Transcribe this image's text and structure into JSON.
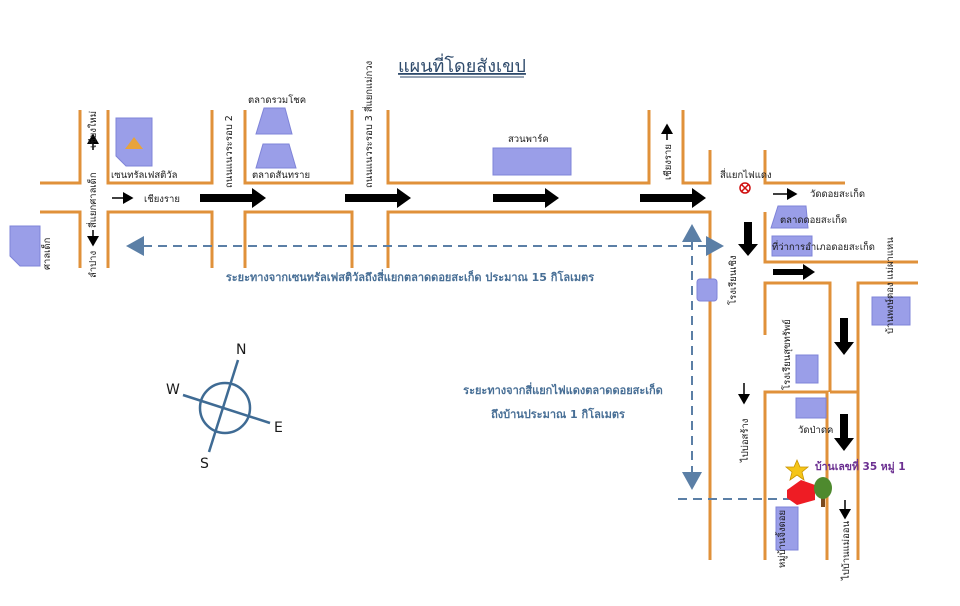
{
  "title": "แผนที่โดยสังเขป",
  "colors": {
    "road": "#e0913a",
    "building": "#9a9ee8",
    "building_edge": "#7f84d8",
    "arrow": "#000000",
    "dashed": "#5b7fa6",
    "distance_text": "#486f96",
    "label": "#1a1a1a",
    "house": "#ee1c24",
    "star": "#f5c518",
    "tree": "#4e8a2e",
    "destination": "#6b2f91"
  },
  "labels": {
    "chiang_mai": "เชียงใหม่",
    "intersection_san_kaeo": "สี่แยกศาลเด็ก",
    "lampang": "ลำปาง",
    "sanlek": "ศาลเด็ก",
    "central_festival": "เซนทรัลเฟสติวัล",
    "chiang_rai_road": "เชียงราย",
    "ring_road_2": "ถนนแนวระรอบ 2",
    "talat_ruam_chok": "ตลาดรวมโชค",
    "talat_san_sai": "ตลาดสันทราย",
    "ring_road_3_junction": "ถนนแนวระรอบ 3 สี่แยกแม่กวง",
    "suan_park": "สวนพาร์ค",
    "chiang_rai_north": "เชียงราย",
    "traffic_light_junction": "สี่แยกไฟแดง",
    "wat_kho_sakeat": "วัดดอยสะเก็ด",
    "talat_doi_saket": "ตลาดดอยสะเก็ด",
    "amphoe_office": "ที่ว่าการอำเภอดอยสะเก็ด",
    "rong_chueng": "โรงเรียนเชิง",
    "school_side": "โรงเรียนสุขทรัพย์",
    "to_bo_sang": "ไปบ่อสร้าง",
    "wat_pa_ko": "วัดป่าดค",
    "right_building": "บ้านพงษ์ตอง แม่ผาแหน",
    "village": "หมู่บ้านจิ้งดอย",
    "to_mae_on": "ไปบ้านแม่ออน",
    "destination": "บ้านเลขที่ 35 หมู่ 1"
  },
  "distances": {
    "main": "ระยะทางจากเซนทรัลเฟสติวัลถึงสี่แยกตลาดดอยสะเก็ด ประมาณ 15 กิโลเมตร",
    "local_line1": "ระยะทางจากสี่แยกไฟแดงตลาดดอยสะเก็ด",
    "local_line2": "ถึงบ้านประมาณ 1 กิโลเมตร"
  },
  "compass": {
    "n": "N",
    "e": "E",
    "s": "S",
    "w": "W"
  }
}
